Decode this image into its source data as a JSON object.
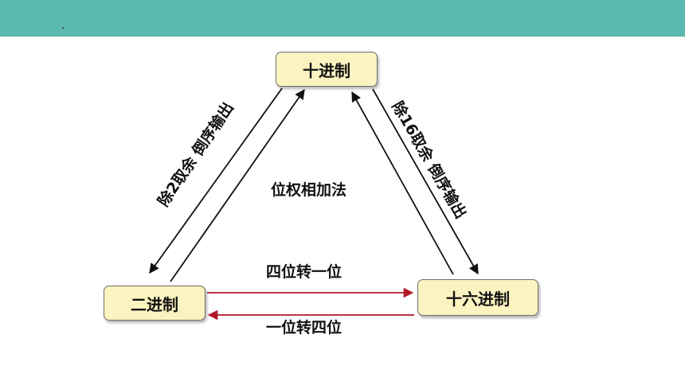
{
  "header": {
    "marker": "."
  },
  "nodes": {
    "decimal": "十进制",
    "binary": "二进制",
    "hex": "十六进制"
  },
  "edges": {
    "decimal_to_binary": "除2取余 倒序输出",
    "binary_to_decimal": "位权相加法",
    "decimal_to_hex": "除16取余 倒序输出",
    "binary_to_hex": "四位转一位",
    "hex_to_binary": "一位转四位"
  },
  "colors": {
    "header_bar": "#5bb8ae",
    "node_fill": "#fbf3c0",
    "black_arrow": "#111111",
    "red_arrow": "#b0182a"
  }
}
